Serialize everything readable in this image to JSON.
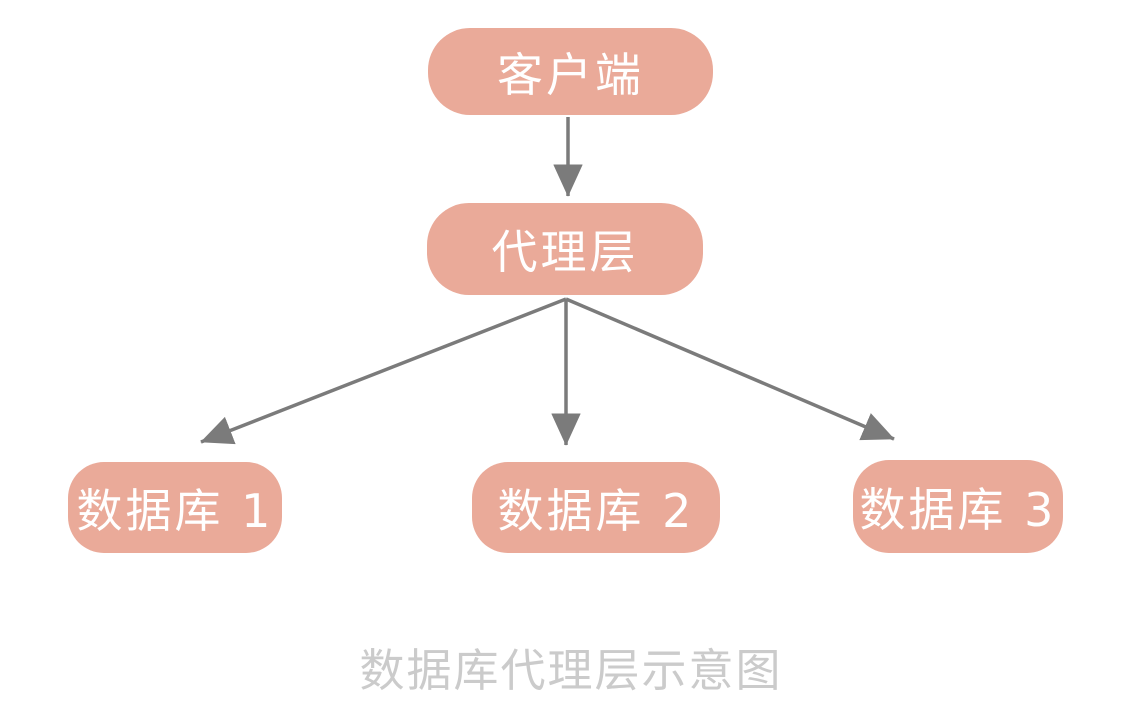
{
  "diagram": {
    "caption": "数据库代理层示意图",
    "nodes": [
      {
        "id": "client",
        "label": "客户端"
      },
      {
        "id": "proxy",
        "label": "代理层"
      },
      {
        "id": "db1",
        "label": "数据库 1"
      },
      {
        "id": "db2",
        "label": "数据库 2"
      },
      {
        "id": "db3",
        "label": "数据库 3"
      }
    ],
    "edges": [
      {
        "from": "client",
        "to": "proxy"
      },
      {
        "from": "proxy",
        "to": "db1"
      },
      {
        "from": "proxy",
        "to": "db2"
      },
      {
        "from": "proxy",
        "to": "db3"
      }
    ],
    "colors": {
      "node_fill": "#EAAA99",
      "node_text": "#FFFFFF",
      "arrow": "#7B7B7B",
      "caption_text": "#CBCBCB",
      "background": "#FFFFFF"
    }
  }
}
